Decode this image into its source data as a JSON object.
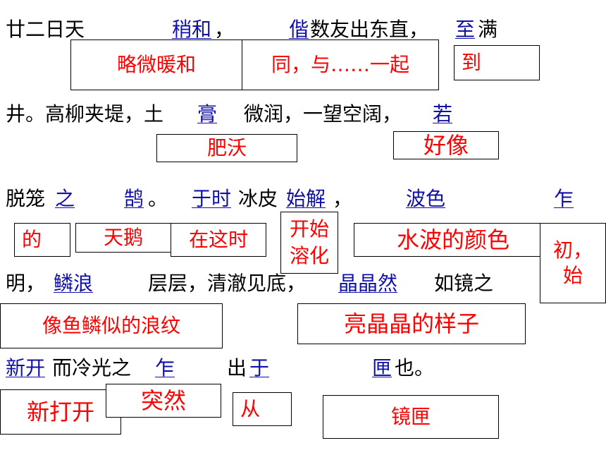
{
  "colors": {
    "text": "#000000",
    "annotation": "#1010a8",
    "answer": "#ff0000"
  },
  "lines": {
    "l1": {
      "a": "廿二日天",
      "b": "稍和",
      "c": "，",
      "d": "偕",
      "e": "数友出东直，",
      "f": "至",
      "g": "满"
    },
    "l2": {
      "a": "井。高柳夹堤，土",
      "b": "膏",
      "c": "微润，一望空阔，",
      "d": "若"
    },
    "l3": {
      "a": "脱笼",
      "b": "之",
      "c": "鹄",
      "d": "。",
      "e": "于时",
      "f": "冰皮",
      "g": "始解",
      "h": "，",
      "i": "波色",
      "j": "乍"
    },
    "l4": {
      "a": "明，",
      "b": "鳞浪",
      "c": "层层，清澈见底，",
      "d": "晶晶然",
      "e": "如镜之"
    },
    "l5": {
      "a": "新开",
      "b": "而冷光之",
      "c": "乍",
      "d": "出",
      "e": "于",
      "f": "匣",
      "g": "也。"
    }
  },
  "boxes": {
    "shaohe": "略微暖和",
    "xie": "同，与……一起",
    "zhi": "到",
    "gao": "肥沃",
    "ruo": "好像",
    "zhi2": "的",
    "hu": "天鹅",
    "yushi": "在这时",
    "shijie": "开始溶化",
    "bose": "水波的颜色",
    "zha": "初，始",
    "linlang": "像鱼鳞似的浪纹",
    "jingjingran": "亮晶晶的样子",
    "xinkai": "新打开",
    "zha2": "突然",
    "yu": "从",
    "xia": "镜匣"
  }
}
